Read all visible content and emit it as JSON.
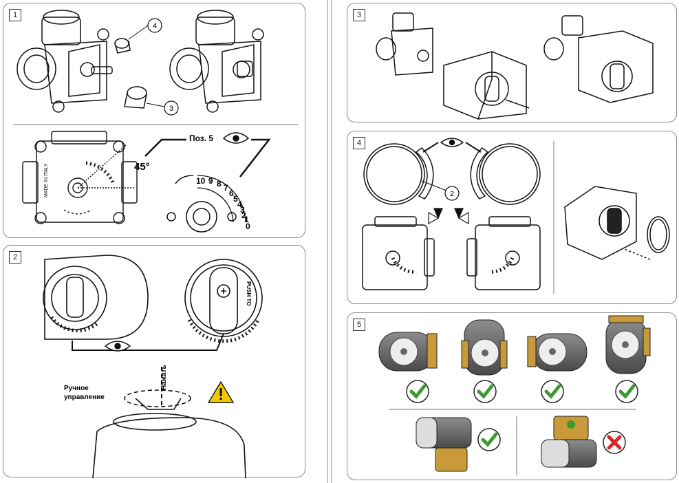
{
  "panels": [
    {
      "number": "1"
    },
    {
      "number": "2"
    },
    {
      "number": "3"
    },
    {
      "number": "4"
    },
    {
      "number": "5"
    }
  ],
  "panel1": {
    "callout_4": "4",
    "callout_3": "3",
    "position_label": "Поз. 5",
    "angle_label": "45°",
    "made_in": "MADE IN ITALY",
    "scale_digits": [
      "10",
      "9",
      "8",
      "7",
      "6",
      "5",
      "4",
      "3",
      "2",
      "1",
      "0"
    ]
  },
  "panel2": {
    "push_to": "PUSH TO",
    "push_label": "Нажать",
    "manual_label_line1": "Ручное",
    "manual_label_line2": "управление"
  },
  "panel4": {
    "callout_2": "2"
  },
  "colors": {
    "check_green": "#3c9a2f",
    "cross_red": "#d9262b",
    "warning_yellow": "#f4c800",
    "brass": "#c89a3a"
  }
}
